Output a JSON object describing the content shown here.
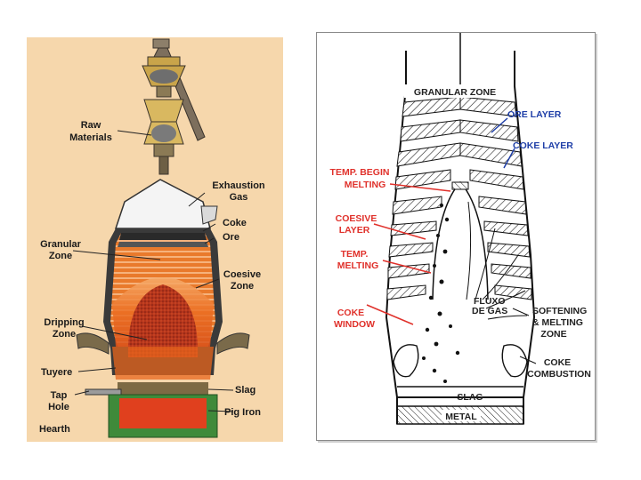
{
  "left": {
    "labels": {
      "raw_materials": [
        "Raw",
        "Materials"
      ],
      "exhaustion_gas": [
        "Exhaustion",
        "Gas"
      ],
      "coke": "Coke",
      "ore": "Ore",
      "granular_zone": [
        "Granular",
        "Zone"
      ],
      "coesive_zone": [
        "Coesive",
        "Zone"
      ],
      "dripping_zone": [
        "Dripping",
        "Zone"
      ],
      "tuyere": "Tuyere",
      "tap_hole": [
        "Tap",
        "Hole"
      ],
      "slag": "Slag",
      "pig_iron": "Pig Iron",
      "hearth": "Hearth"
    }
  },
  "right": {
    "labels": {
      "granular_zone": "GRANULAR ZONE",
      "ore_layer": "ORE LAYER",
      "coke_layer": "COKE LAYER",
      "temp_begin_melting": [
        "TEMP. BEGIN",
        "MELTING"
      ],
      "coesive_layer": [
        "COESIVE",
        "LAYER"
      ],
      "temp_melting": [
        "TEMP.",
        "MELTING"
      ],
      "fluxo_de_gas": [
        "FLUXO",
        "DE GAS"
      ],
      "coke_window": [
        "COKE",
        "WINDOW"
      ],
      "softening_melting_zone": [
        "SOFTENING",
        "& MELTING",
        "ZONE"
      ],
      "coke_combustion": [
        "COKE",
        "COMBUSTION"
      ],
      "slag": "SLAG",
      "metal": "METAL"
    }
  },
  "colors": {
    "left_background": "#f6d7ac",
    "furnace_shell": "#3a3a3a",
    "molten_orange": "#e8661c",
    "dripping_zone": "#b8331a",
    "hearth_green": "#3f8a3a",
    "red_label": "#e0312b",
    "blue_label": "#1f3fa8"
  }
}
